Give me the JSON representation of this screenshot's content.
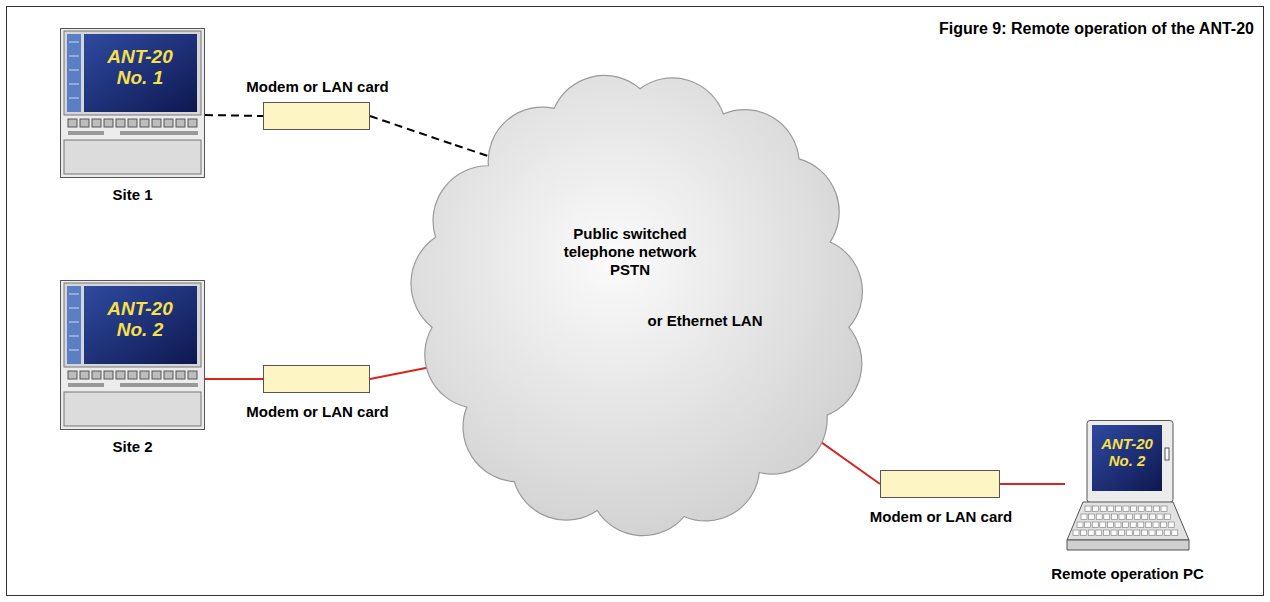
{
  "diagram": {
    "title": "Figure 9: Remote operation of the ANT-20",
    "nodes": [
      {
        "text": [
          "ANT-20 No. 1",
          "Site 1"
        ]
      },
      {
        "text": [
          "Modem or LAN card"
        ]
      },
      {
        "text": [
          "Public switched telephone network PSTN",
          "or Ethernet LAN"
        ]
      },
      {
        "text": [
          "ANT-20 No. 2",
          "Site 2"
        ]
      },
      {
        "text": [
          "Modem or LAN card"
        ]
      },
      {
        "text": [
          "Modem or LAN card"
        ]
      },
      {
        "text": [
          "ANT-20 No. 2",
          "Remote operation PC"
        ]
      }
    ],
    "edges": [
      {
        "from": 0,
        "to": 1,
        "arrow": "none"
      },
      {
        "from": 1,
        "to": 2,
        "arrow": "none"
      },
      {
        "from": 3,
        "to": 4,
        "arrow": "none"
      },
      {
        "from": 4,
        "to": 2,
        "arrow": "none"
      },
      {
        "from": 2,
        "to": 5,
        "arrow": "none"
      },
      {
        "from": 5,
        "to": 6,
        "arrow": "none"
      }
    ]
  }
}
